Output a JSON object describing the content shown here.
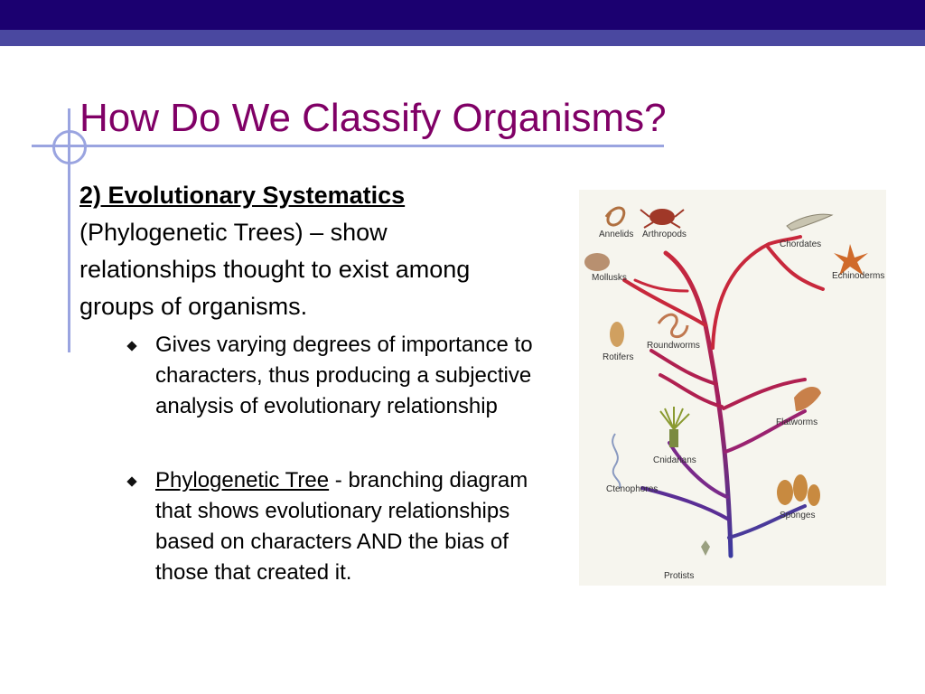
{
  "slide": {
    "title": "How Do We Classify Organisms?",
    "point": {
      "lead": "2) Evolutionary Systematics",
      "rest": " (Phylogenetic Trees) – show relationships thought to exist among groups of organisms."
    },
    "bullets": [
      {
        "text": "Gives varying degrees of importance to characters, thus producing a subjective analysis of evolutionary relationship"
      },
      {
        "term": "Phylogenetic Tree",
        "rest": " - branching diagram that shows evolutionary relationships based on characters AND the bias of those that created it."
      }
    ]
  },
  "tree": {
    "labels": {
      "annelids": "Annelids",
      "arthropods": "Arthropods",
      "mollusks": "Mollusks",
      "chordates": "Chordates",
      "echinoderms": "Echinoderms",
      "rotifers": "Rotifers",
      "roundworms": "Roundworms",
      "flatworms": "Flatworms",
      "cnidarians": "Cnidarians",
      "ctenophores": "Ctenophores",
      "sponges": "Sponges",
      "protists": "Protists"
    },
    "colors": {
      "top_branch": "#c8283c",
      "mid_branch": "#a02060",
      "low_branch": "#4a3a9a"
    }
  }
}
